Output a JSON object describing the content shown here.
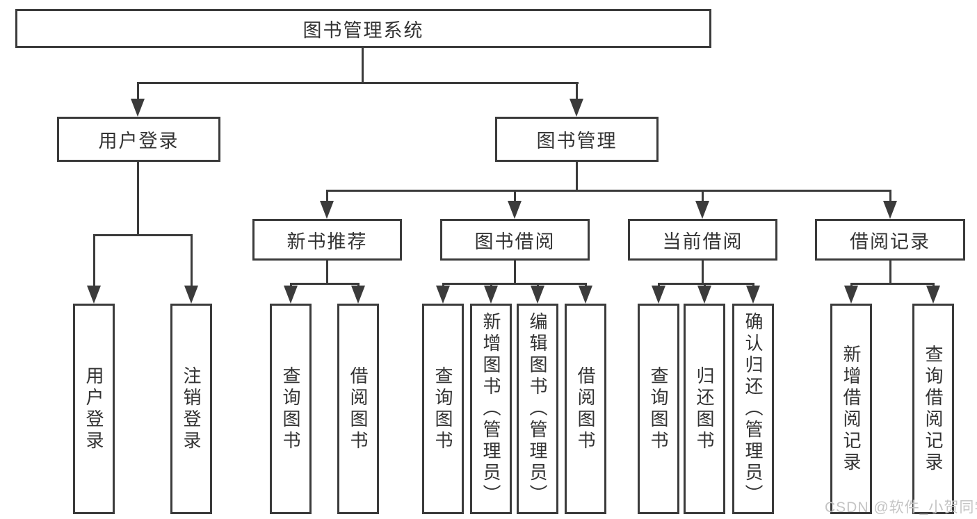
{
  "tree": {
    "root": {
      "label": "图书管理系统"
    },
    "children": [
      {
        "label": "用户登录",
        "children": [
          {
            "label": "用户登录"
          },
          {
            "label": "注销登录"
          }
        ]
      },
      {
        "label": "图书管理",
        "children": [
          {
            "label": "新书推荐",
            "children": [
              {
                "label": "查询图书"
              },
              {
                "label": "借阅图书"
              }
            ]
          },
          {
            "label": "图书借阅",
            "children": [
              {
                "label": "查询图书"
              },
              {
                "label": "新增图书（管理员）"
              },
              {
                "label": "编辑图书（管理员）"
              },
              {
                "label": "借阅图书"
              }
            ]
          },
          {
            "label": "当前借阅",
            "children": [
              {
                "label": "查询图书"
              },
              {
                "label": "归还图书"
              },
              {
                "label": "确认归还（管理员）"
              }
            ]
          },
          {
            "label": "借阅记录",
            "children": [
              {
                "label": "新增借阅记录"
              },
              {
                "label": "查询借阅记录"
              }
            ]
          }
        ]
      }
    ]
  },
  "watermark": {
    "text": "CSDN @软件_小贺同学"
  },
  "colors": {
    "line": "#3b3b3b",
    "text": "#333333",
    "background": "#ffffff",
    "watermark": "#c4c4c4"
  }
}
